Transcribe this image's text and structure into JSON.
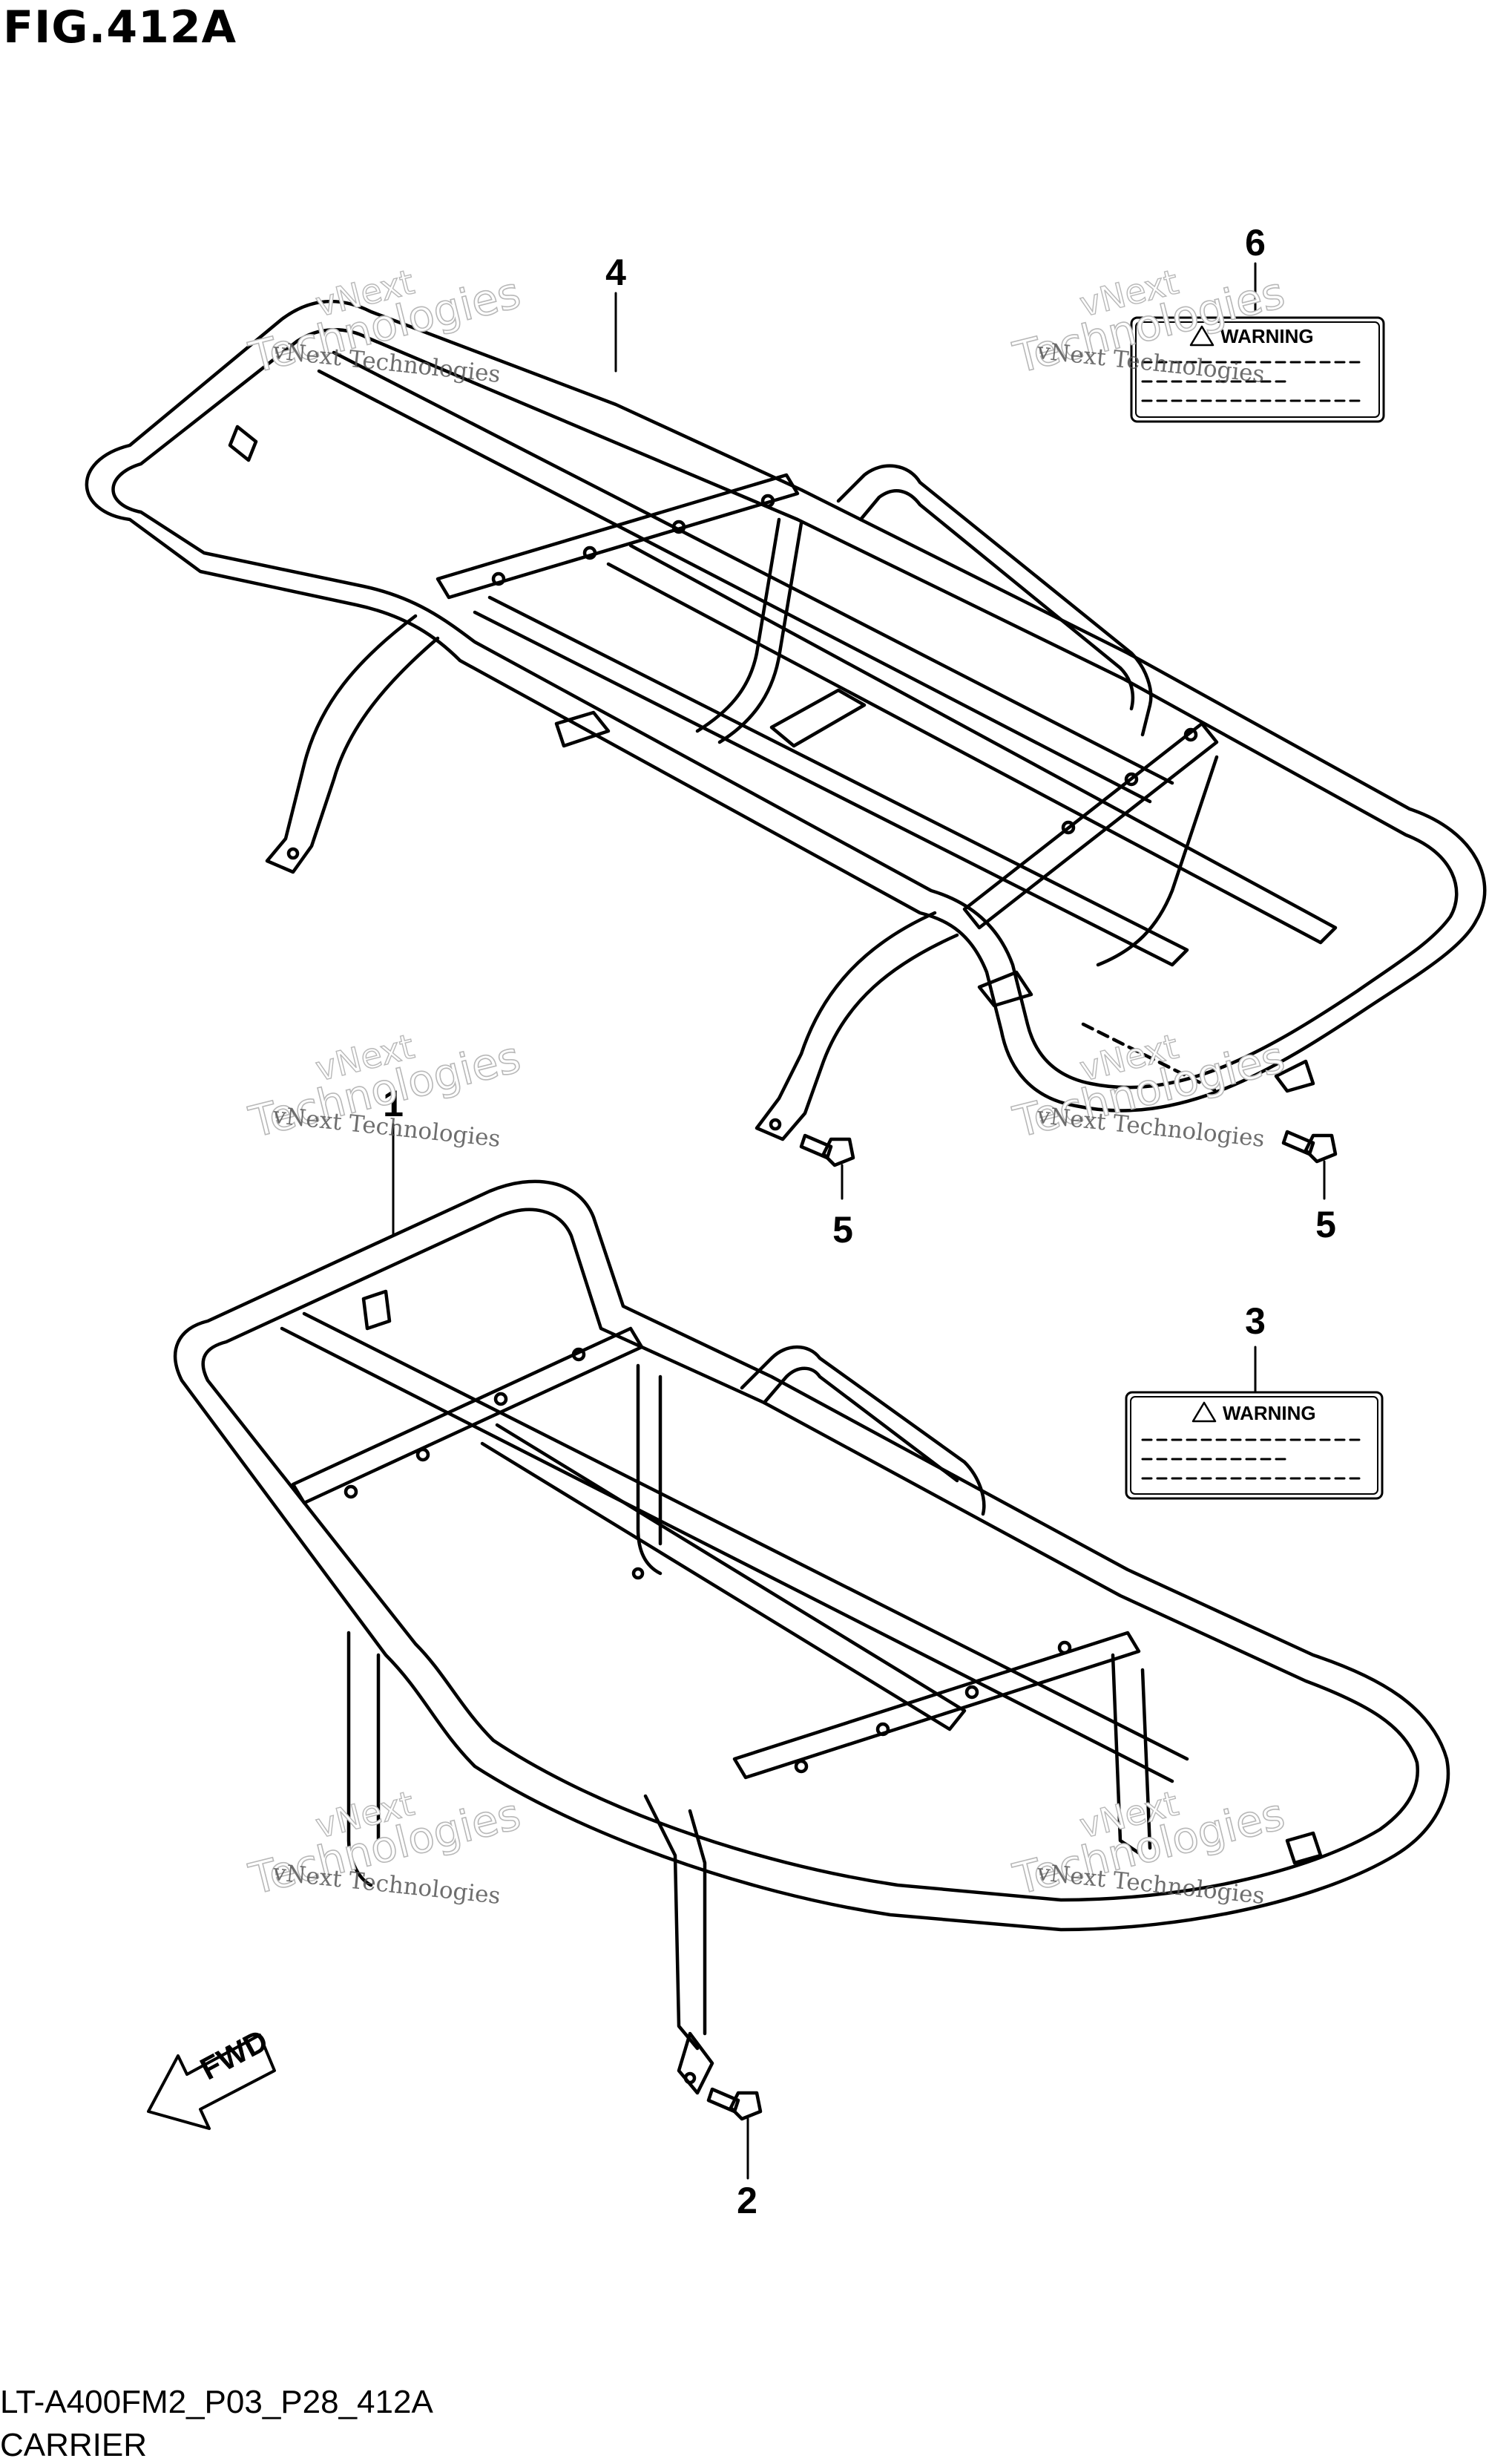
{
  "figure": {
    "title": "FIG.412A",
    "code": "LT-A400FM2_P03_P28_412A",
    "name": "CARRIER"
  },
  "callouts": {
    "c4": "4",
    "c6": "6",
    "c1": "1",
    "c5a": "5",
    "c5b": "5",
    "c3": "3",
    "c2": "2"
  },
  "labels": {
    "warning_upper": "WARNING",
    "warning_lower": "WARNING"
  },
  "fwd_arrow": "FWD",
  "watermark": {
    "line1": "vNext Technologies",
    "line2": "Technologies",
    "line3": "vNext"
  }
}
